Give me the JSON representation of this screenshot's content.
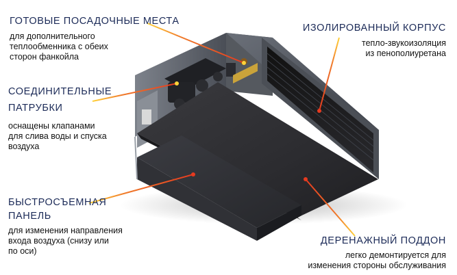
{
  "callouts": {
    "seats": {
      "title": "ГОТОВЫЕ ПОСАДОЧНЫЕ МЕСТА",
      "desc": "для дополнительного\nтеплообменника с обеих\nсторон фанкойла"
    },
    "housing": {
      "title": "ИЗОЛИРОВАННЫЙ КОРПУС",
      "desc": "тепло-звукоизоляция\nиз пенополиуретана"
    },
    "pipes": {
      "title_line1": "СОЕДИНИТЕЛЬНЫЕ",
      "title_line2": "ПАТРУБКИ",
      "desc": "оснащены клапанами\nдля слива воды и спуска\nвоздуха"
    },
    "panel": {
      "title_line1": "БЫСТРОСЪЕМНАЯ",
      "title_line2": "ПАНЕЛЬ",
      "desc": "для изменения направления\nвхода воздуха (снизу или\nпо оси)"
    },
    "tray": {
      "title": "ДЕРЕНАЖНЫЙ ПОДДОН",
      "desc": "легко демонтируется для\nизменения стороны обслуживания"
    }
  },
  "colors": {
    "title_text": "#1b2a57",
    "desc_text": "#111111",
    "pointer_line": "#e63a1f",
    "pointer_glow": "#ffd23a",
    "unit_body": "#3a3d44",
    "unit_foam": "#2b2b2f"
  }
}
